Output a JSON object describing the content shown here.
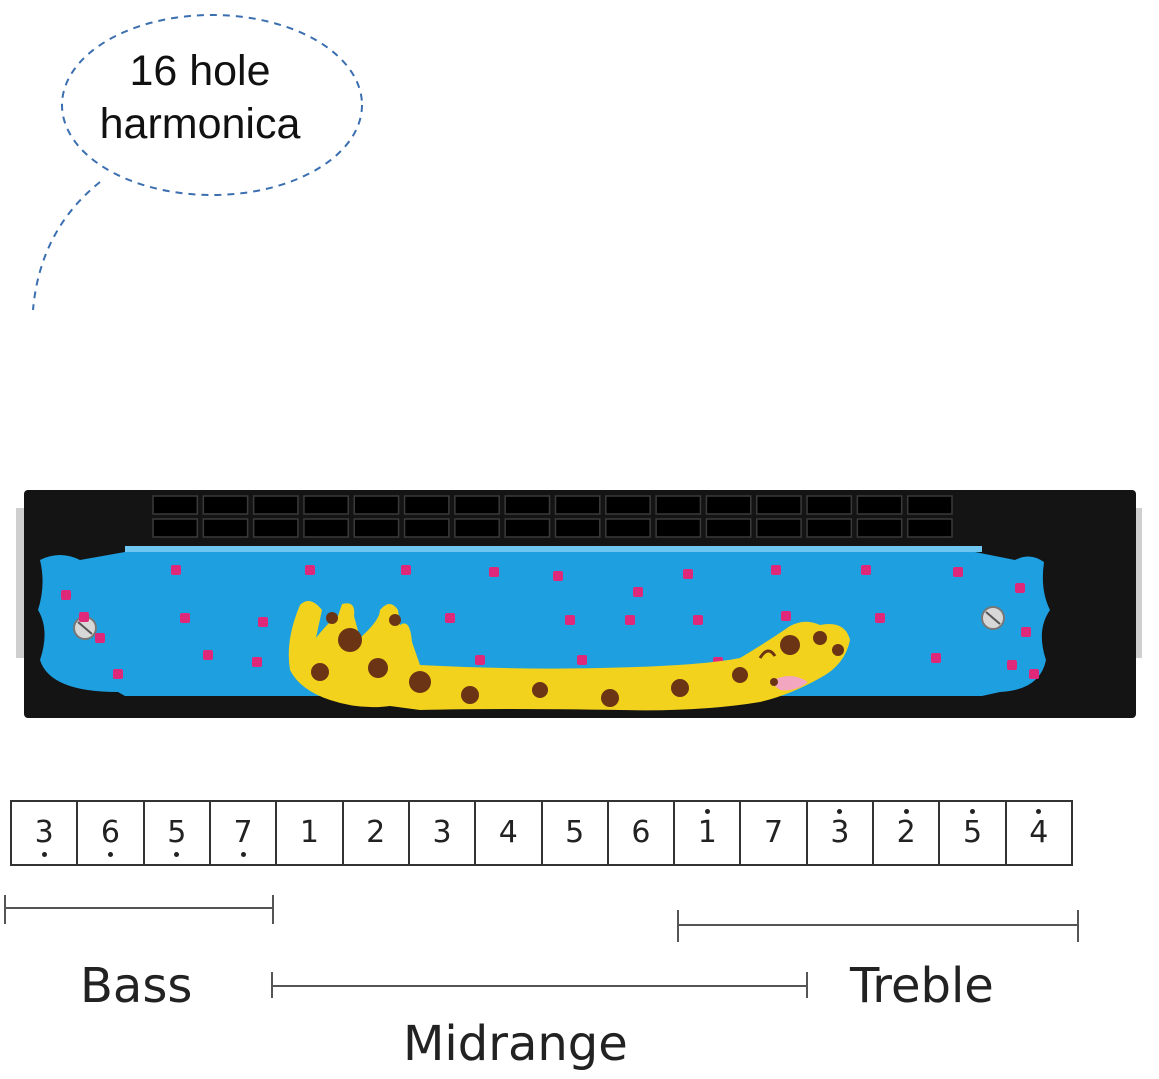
{
  "bubble": {
    "line1": "16 hole",
    "line2": "harmonica"
  },
  "notes": [
    {
      "digit": "3",
      "octave": "low"
    },
    {
      "digit": "6",
      "octave": "low"
    },
    {
      "digit": "5",
      "octave": "low"
    },
    {
      "digit": "7",
      "octave": "low"
    },
    {
      "digit": "1",
      "octave": "mid"
    },
    {
      "digit": "2",
      "octave": "mid"
    },
    {
      "digit": "3",
      "octave": "mid"
    },
    {
      "digit": "4",
      "octave": "mid"
    },
    {
      "digit": "5",
      "octave": "mid"
    },
    {
      "digit": "6",
      "octave": "mid"
    },
    {
      "digit": "1",
      "octave": "high"
    },
    {
      "digit": "7",
      "octave": "mid"
    },
    {
      "digit": "3",
      "octave": "high"
    },
    {
      "digit": "2",
      "octave": "high"
    },
    {
      "digit": "5",
      "octave": "high"
    },
    {
      "digit": "4",
      "octave": "high"
    }
  ],
  "ranges": {
    "bass": "Bass",
    "midrange": "Midrange",
    "treble": "Treble"
  },
  "colors": {
    "cover": "#1e9fe0",
    "body": "#141414",
    "dots": "#e0287a",
    "giraffe": "#f2d21c",
    "spots": "#6b3414",
    "bubble_outline": "#3b6fb0"
  }
}
